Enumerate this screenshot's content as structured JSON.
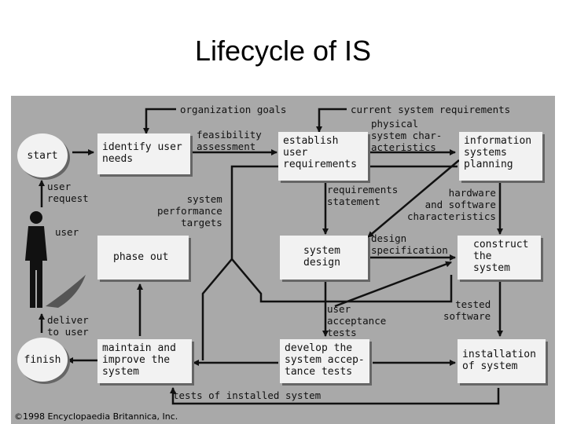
{
  "title": "Lifecycle of IS",
  "nodes": {
    "start": "start",
    "finish": "finish",
    "identify": "identify user\nneeds",
    "establish": "establish\nuser\nrequirements",
    "info_planning": "information\nsystems\nplanning",
    "phase_out": "phase out",
    "system_design": "system\ndesign",
    "construct": "construct\nthe\nsystem",
    "maintain": "maintain and\nimprove the\nsystem",
    "develop_tests": "develop the\nsystem accep-\ntance tests",
    "installation": "installation\nof system"
  },
  "labels": {
    "org_goals": "organization goals",
    "current_req": "current system requirements",
    "feasibility": "feasibility\nassessment",
    "physical": "physical\nsystem char-\nacteristics",
    "user_request": "user\nrequest",
    "user": "user",
    "req_statement": "requirements\nstatement",
    "hw_sw": "hardware\nand software\ncharacteristics",
    "perf_targets": "system\nperformance\ntargets",
    "design_spec": "design\nspecification",
    "acceptance_tests": "user\nacceptance\ntests",
    "tested_sw": "tested\nsoftware",
    "deliver": "deliver\nto user",
    "installed_tests": "tests of installed system"
  },
  "copyright": "©1998 Encyclopaedia Britannica, Inc.",
  "colors": {
    "panel": "#a9a9a9",
    "box": "#f2f2f2",
    "line": "#111111"
  }
}
